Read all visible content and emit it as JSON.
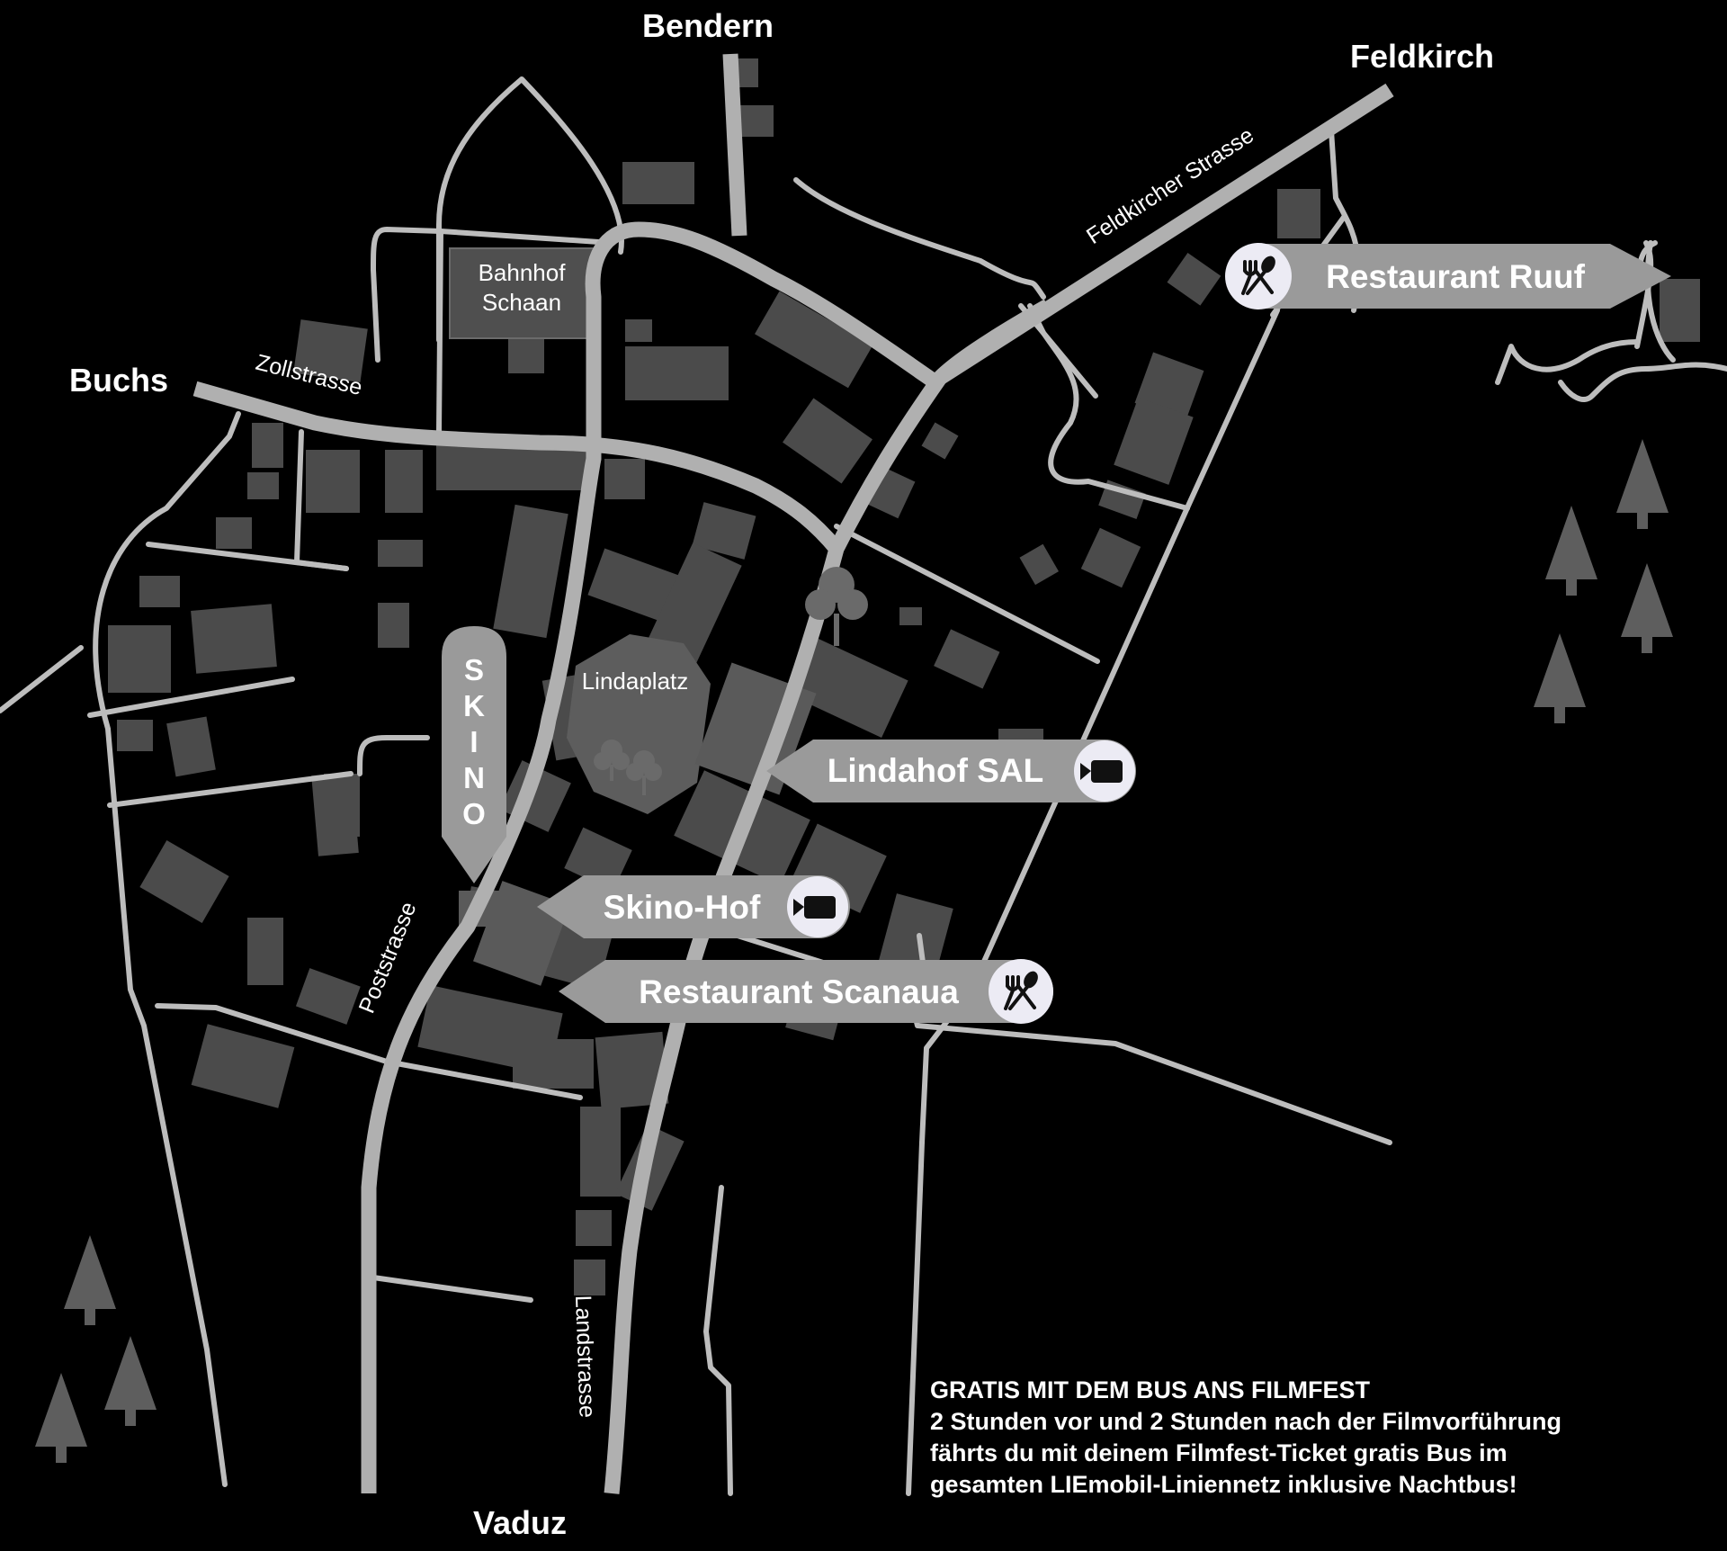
{
  "places": {
    "bendern": "Bendern",
    "feldkirch": "Feldkirch",
    "buchs": "Buchs",
    "vaduz": "Vaduz"
  },
  "streets": {
    "feldkircher_strasse": "Feldkircher Strasse",
    "zollstrasse": "Zollstrasse",
    "poststrasse": "Poststrasse",
    "landstrasse": "Landstrasse"
  },
  "landmarks": {
    "bahnhof_line1": "Bahnhof",
    "bahnhof_line2": "Schaan",
    "lindaplatz": "Lindaplatz"
  },
  "venues": {
    "skino_letters": [
      "S",
      "K",
      "I",
      "N",
      "O"
    ],
    "lindahof": "Lindahof SAL",
    "skino_hof": "Skino-Hof",
    "restaurant_scanaua": "Restaurant Scanaua",
    "restaurant_ruuf": "Restaurant Ruuf"
  },
  "icons": {
    "cinema": "video-camera-icon",
    "restaurant": "fork-spoon-icon"
  },
  "info": {
    "heading": "GRATIS MIT DEM BUS ANS FILMFEST",
    "line1": "2 Stunden vor und 2 Stunden nach der Filmvorführung",
    "line2": "fährts du mit deinem Filmfest-Ticket gratis Bus im",
    "line3": "gesamten LIEmobil-Liniennetz inklusive Nachtbus!"
  },
  "colors": {
    "background": "#000000",
    "roads": "#b0b0b0",
    "buildings": "#4b4b4b",
    "labels": "#9a9a9a",
    "icon_circle": "#ecebf4"
  }
}
